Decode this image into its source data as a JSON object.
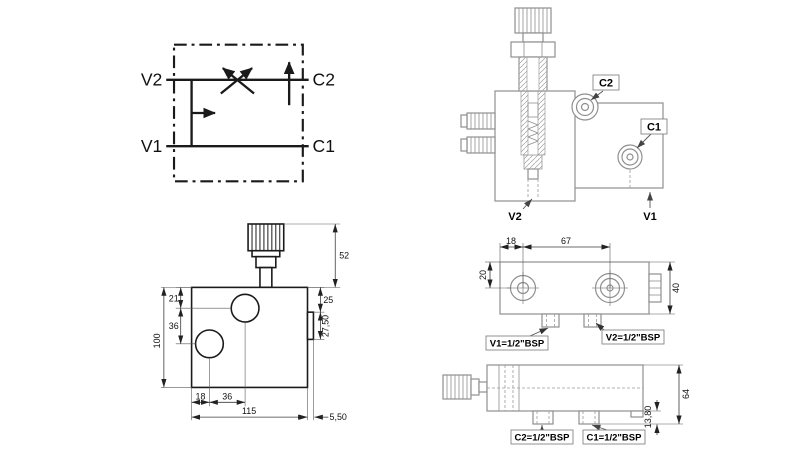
{
  "schematic": {
    "v2": "V2",
    "c2": "C2",
    "v1": "V1",
    "c1": "C1"
  },
  "front_view": {
    "dim_52": "52",
    "dim_21": "21",
    "dim_36_left": "36",
    "dim_100": "100",
    "dim_25": "25",
    "dim_27_50": "27,50",
    "dim_18": "18",
    "dim_36_bottom": "36",
    "dim_115": "115",
    "dim_5_50": "5,50"
  },
  "section_view": {
    "c2": "C2",
    "c1": "C1",
    "v2": "V2",
    "v1": "V1"
  },
  "top_view": {
    "dim_18": "18",
    "dim_67": "67",
    "dim_20": "20",
    "dim_40": "40",
    "v1_label": "V1=1/2\"BSP",
    "v2_label": "V2=1/2\"BSP"
  },
  "side_view": {
    "dim_13_80": "13,80",
    "dim_64": "64",
    "c2_label": "C2=1/2\"BSP",
    "c1_label": "C1=1/2\"BSP"
  }
}
